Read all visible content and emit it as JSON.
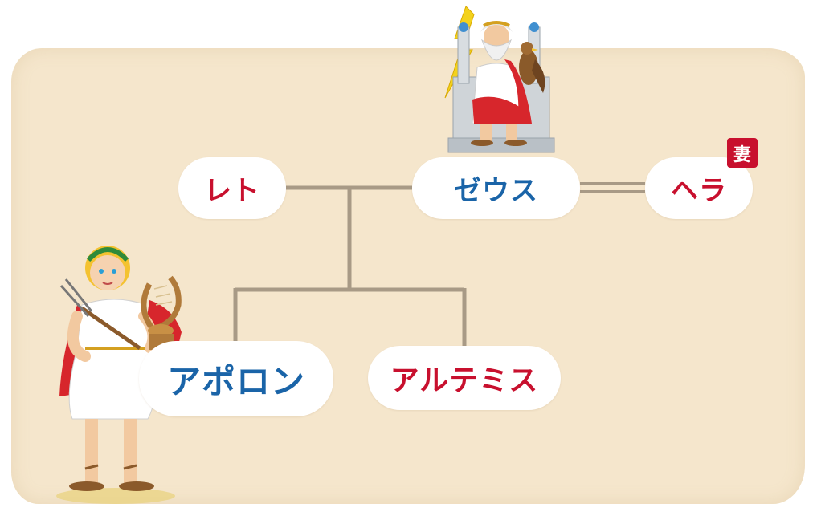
{
  "nodes": {
    "leto": "レト",
    "zeus": "ゼウス",
    "hera": "ヘラ",
    "apollo": "アポロン",
    "artemis": "アルテミス"
  },
  "badge": {
    "wife": "妻"
  },
  "colors": {
    "background": "#f5e6cc",
    "line": "#a89a86",
    "red_text": "#c8102e",
    "blue_text": "#1a64a8",
    "badge": "#c8102e"
  },
  "icons": [
    "zeus-illustration",
    "apollo-illustration"
  ]
}
